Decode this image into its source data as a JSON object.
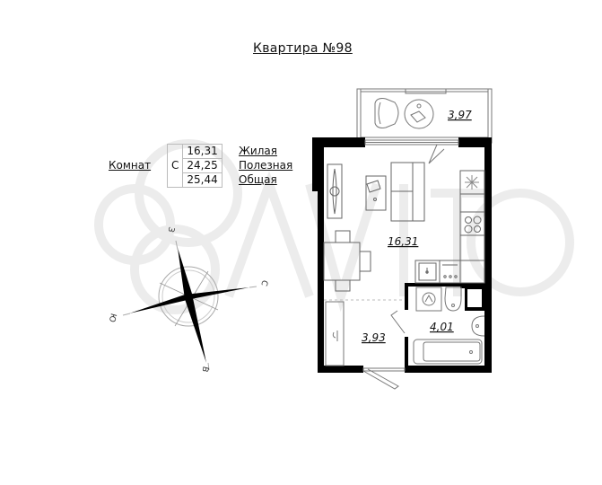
{
  "header": {
    "title": "Квартира №98"
  },
  "summary": {
    "rooms_label": "Комнат",
    "room_type": "С",
    "rows": [
      {
        "value": "16,31",
        "label": "Жилая"
      },
      {
        "value": "24,25",
        "label": "Полезная"
      },
      {
        "value": "25,44",
        "label": "Общая"
      }
    ]
  },
  "rooms": {
    "balcony_area": "3,97",
    "living_area": "16,31",
    "hall_area": "3,93",
    "bathroom_area": "4,01"
  },
  "compass": {
    "north": "С",
    "south": "Ю",
    "east": "В",
    "west": "З"
  },
  "colors": {
    "wall": "#000000",
    "line": "#555555",
    "watermark": "#ececec"
  }
}
